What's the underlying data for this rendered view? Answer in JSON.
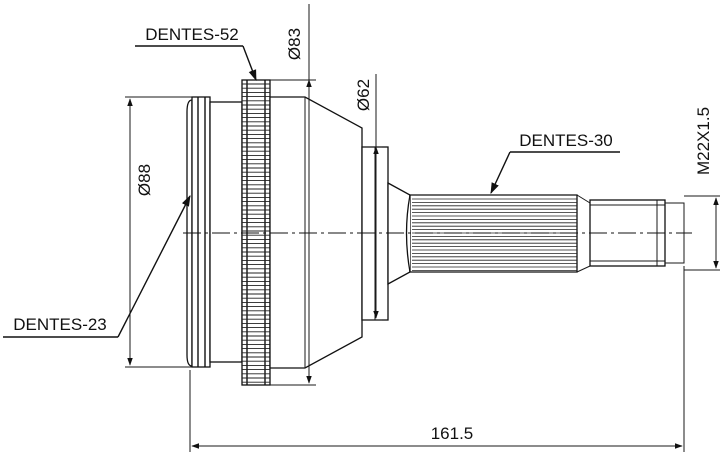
{
  "labels": {
    "splines_large_ring": "DENTES-52",
    "splines_shaft": "DENTES-30",
    "splines_bell": "DENTES-23"
  },
  "dimensions": {
    "ring_diameter": "Ø83",
    "collar_diameter": "Ø62",
    "bell_diameter": "Ø88",
    "thread": "M22X1.5",
    "overall_length": "161.5"
  }
}
